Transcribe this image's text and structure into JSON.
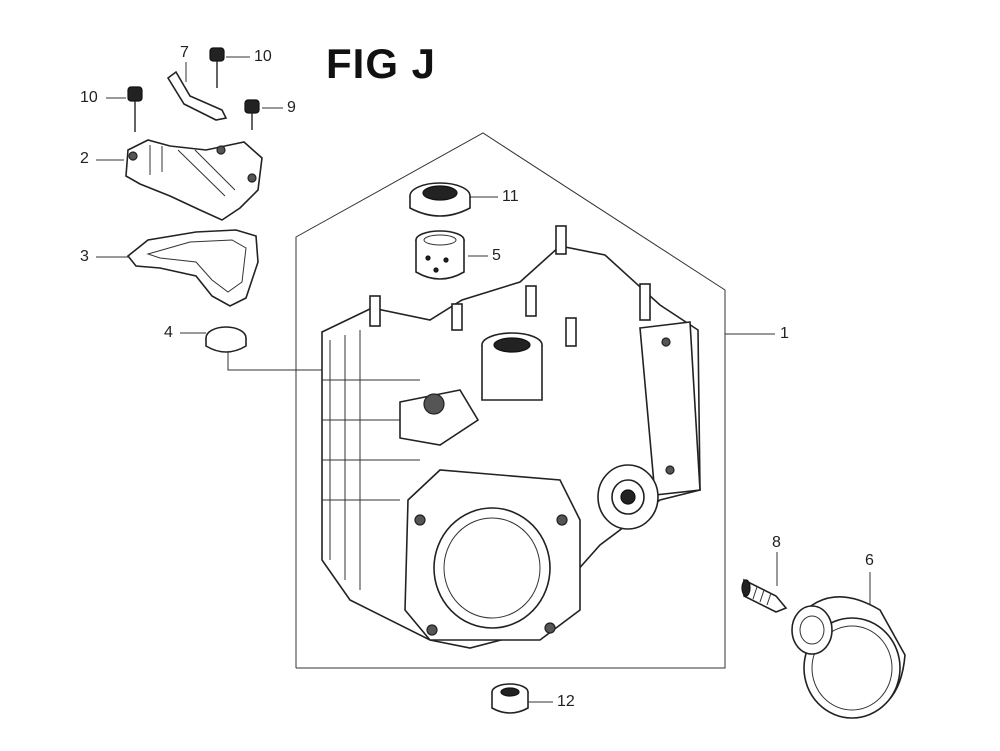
{
  "figure": {
    "title": "FIG J"
  },
  "callouts": {
    "c1": "1",
    "c2": "2",
    "c3": "3",
    "c4": "4",
    "c5": "5",
    "c6": "6",
    "c7": "7",
    "c8": "8",
    "c9": "9",
    "c10a": "10",
    "c10b": "10",
    "c11": "11",
    "c12": "12"
  },
  "parts": [
    {
      "ref": "1",
      "depicts": "crankcase-assembly"
    },
    {
      "ref": "2",
      "depicts": "breather-cover"
    },
    {
      "ref": "3",
      "depicts": "breather-gasket"
    },
    {
      "ref": "4",
      "depicts": "plug"
    },
    {
      "ref": "5",
      "depicts": "bearing-bushing"
    },
    {
      "ref": "6",
      "depicts": "oil-filter"
    },
    {
      "ref": "7",
      "depicts": "bracket"
    },
    {
      "ref": "8",
      "depicts": "threaded-joint"
    },
    {
      "ref": "9",
      "depicts": "bolt"
    },
    {
      "ref": "10",
      "depicts": "bolt"
    },
    {
      "ref": "11",
      "depicts": "oil-seal"
    },
    {
      "ref": "12",
      "depicts": "nut-cap"
    }
  ]
}
